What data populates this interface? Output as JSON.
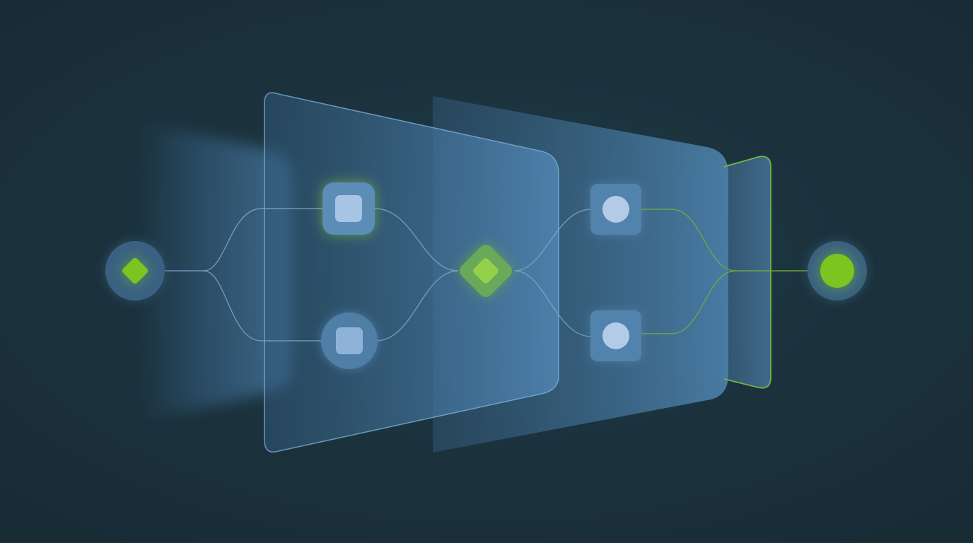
{
  "palette": {
    "background": "#1b323d",
    "panel_blue": "#4d7fa8",
    "panel_edge": "#7fb0d8",
    "connector_blue": "#7fa6cf",
    "connector_green": "#6fae3b",
    "accent_green": "#79c021",
    "node_fill": "#8fb3d8",
    "node_circle": "#b3cbe6",
    "node_ring": "#3d6485"
  },
  "diagram": {
    "kind": "layered-flow",
    "layers": [
      {
        "id": "layer-1",
        "tint": "blue",
        "outline": "none",
        "blurred": true
      },
      {
        "id": "layer-2",
        "tint": "blue",
        "outline": "blue"
      },
      {
        "id": "layer-3",
        "tint": "blue",
        "outline": "none"
      },
      {
        "id": "layer-4",
        "tint": "blue",
        "outline": "green"
      }
    ],
    "nodes": [
      {
        "id": "input-node",
        "shape": "diamond-in-circle",
        "accent": "green",
        "role": "source"
      },
      {
        "id": "upper-stage-1",
        "shape": "square-in-rounded-square",
        "accent": "green-glow"
      },
      {
        "id": "lower-stage-1",
        "shape": "square-in-circle",
        "accent": "blue"
      },
      {
        "id": "merge-node",
        "shape": "diamond",
        "accent": "green"
      },
      {
        "id": "upper-stage-2",
        "shape": "circle-in-rounded-square",
        "accent": "blue"
      },
      {
        "id": "lower-stage-2",
        "shape": "circle-in-rounded-square",
        "accent": "blue"
      },
      {
        "id": "output-node",
        "shape": "circle-in-circle",
        "accent": "green",
        "role": "sink"
      }
    ],
    "edges": [
      {
        "from": "input-node",
        "to": "upper-stage-1",
        "color": "blue"
      },
      {
        "from": "input-node",
        "to": "lower-stage-1",
        "color": "blue"
      },
      {
        "from": "upper-stage-1",
        "to": "merge-node",
        "color": "blue"
      },
      {
        "from": "lower-stage-1",
        "to": "merge-node",
        "color": "blue"
      },
      {
        "from": "merge-node",
        "to": "upper-stage-2",
        "color": "blue"
      },
      {
        "from": "merge-node",
        "to": "lower-stage-2",
        "color": "blue"
      },
      {
        "from": "upper-stage-2",
        "to": "output-node",
        "color": "green"
      },
      {
        "from": "lower-stage-2",
        "to": "output-node",
        "color": "green"
      }
    ]
  }
}
